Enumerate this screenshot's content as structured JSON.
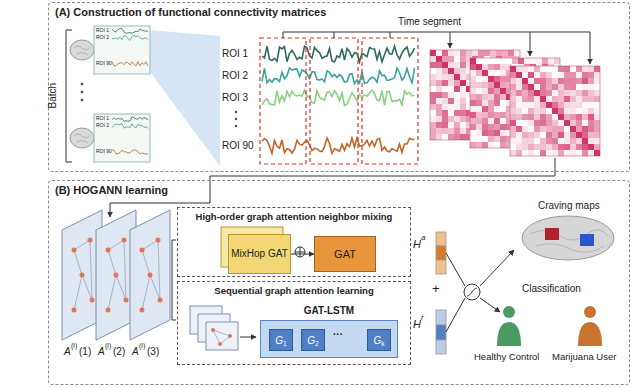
{
  "diagram": {
    "nodes": [
      {
        "text": [
          "(A) Construction of functional connectivity matrices"
        ]
      },
      {
        "text": [
          "(B) HOGANN learning"
        ]
      },
      {
        "text": [
          "High-order graph attention neighbor mixing"
        ],
        "in": 1
      },
      {
        "text": [
          "MixHop GAT"
        ],
        "in": 2
      },
      {
        "text": [
          "GAT"
        ],
        "in": 2
      },
      {
        "text": [
          "Sequential graph attention learning"
        ],
        "in": 1
      },
      {
        "text": [
          "GAT-LSTM"
        ],
        "in": 5
      },
      {
        "text": [
          "G",
          "1"
        ],
        "in": 6
      },
      {
        "text": [
          "G",
          "2"
        ],
        "in": 6
      },
      {
        "text": [
          "G",
          "k"
        ],
        "in": 6
      }
    ],
    "edges": [
      {
        "from": 3,
        "to": 4,
        "arrow": "to"
      }
    ],
    "labels": [
      "Batch",
      "ROI 1",
      "ROI 2",
      "ROI 90",
      "ROI 1",
      "ROI 2",
      "ROI 90",
      "Time segment",
      "ROI 1",
      "ROI 2",
      "ROI 3",
      "ROI 90",
      "A",
      "(i)",
      "(1)",
      "A",
      "(i)",
      "(2)",
      "A",
      "(i)",
      "(3)",
      "H",
      "a",
      "+",
      "H",
      "r",
      "Craving maps",
      "Classification",
      "Healthy Control",
      "Marijuana User",
      "···"
    ]
  }
}
